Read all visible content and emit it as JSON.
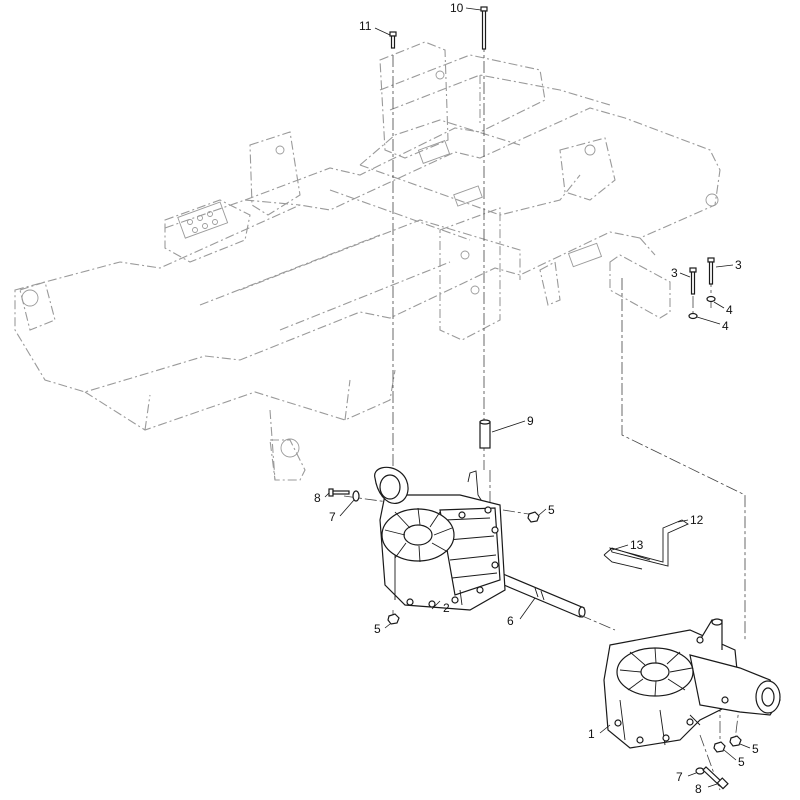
{
  "diagram": {
    "type": "exploded parts diagram",
    "callouts": [
      {
        "id": "callout-1",
        "label": "1",
        "part": "right hydro transmission"
      },
      {
        "id": "callout-2",
        "label": "2",
        "part": "left hydro transmission"
      },
      {
        "id": "callout-3a",
        "label": "3",
        "part": "bolt"
      },
      {
        "id": "callout-3b",
        "label": "3",
        "part": "bolt"
      },
      {
        "id": "callout-4a",
        "label": "4",
        "part": "washer"
      },
      {
        "id": "callout-4b",
        "label": "4",
        "part": "washer"
      },
      {
        "id": "callout-5a",
        "label": "5",
        "part": "nut"
      },
      {
        "id": "callout-5b",
        "label": "5",
        "part": "nut"
      },
      {
        "id": "callout-5c",
        "label": "5",
        "part": "nut"
      },
      {
        "id": "callout-5d",
        "label": "5",
        "part": "nut"
      },
      {
        "id": "callout-6",
        "label": "6",
        "part": "drive shaft"
      },
      {
        "id": "callout-7a",
        "label": "7",
        "part": "washer"
      },
      {
        "id": "callout-7b",
        "label": "7",
        "part": "washer"
      },
      {
        "id": "callout-8a",
        "label": "8",
        "part": "bolt"
      },
      {
        "id": "callout-8b",
        "label": "8",
        "part": "bolt"
      },
      {
        "id": "callout-9",
        "label": "9",
        "part": "spacer"
      },
      {
        "id": "callout-10",
        "label": "10",
        "part": "long bolt"
      },
      {
        "id": "callout-11",
        "label": "11",
        "part": "bolt"
      },
      {
        "id": "callout-12",
        "label": "12",
        "part": "bypass rod"
      },
      {
        "id": "callout-13",
        "label": "13",
        "part": "hairpin cotter"
      }
    ]
  },
  "colors": {
    "background": "#ffffff",
    "frame_lines": "#9a9a9a",
    "part_lines": "#1a1a1a"
  }
}
